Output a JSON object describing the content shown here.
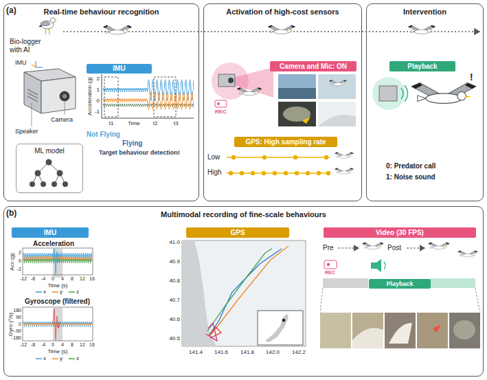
{
  "diagram": {
    "nodes": [
      {
        "text": [
          "Real-time behaviour recognition"
        ]
      },
      {
        "text": [
          "ML model"
        ],
        "in": 0
      },
      {
        "text": [
          "IMU"
        ],
        "in": 0
      },
      {
        "text": [
          "Activation of high-cost sensors"
        ]
      },
      {
        "text": [
          "Camera and Mic: ON"
        ],
        "in": 3
      },
      {
        "text": [
          "GPS: High sampling rate"
        ],
        "in": 3
      },
      {
        "text": [
          "Intervention"
        ]
      },
      {
        "text": [
          "Playback"
        ],
        "in": 6
      },
      {
        "text": [
          "Multimodal recording of fine-scale behaviours"
        ]
      },
      {
        "text": [
          "IMU"
        ],
        "in": 8
      },
      {
        "text": [
          "GPS"
        ],
        "in": 8
      },
      {
        "text": [
          "Video (30 FPS)"
        ],
        "in": 8
      },
      {
        "text": [
          "Playback"
        ],
        "in": 8
      }
    ],
    "labels": [
      "(a)",
      "Bio-logger with AI",
      "IMU",
      "Camera",
      "Speaker",
      "Acceleration (g)",
      "2",
      "1",
      "0",
      "-1",
      "Time",
      "t1",
      "t2",
      "t3",
      "Not Flying",
      "Flying",
      "Target behaviour detection!",
      "REC",
      "Low",
      "High",
      "0: Predator call",
      "1: Noise sound",
      "(b)",
      "Acceleration",
      "Acc (g)",
      "2",
      "0",
      "-2",
      "-12",
      "-8",
      "-4",
      "0",
      "4",
      "8",
      "12",
      "16",
      "Time (s)",
      "Gyroscope (filtered)",
      "Gyro (°/s)",
      "180",
      "90",
      "0",
      "-90",
      "-180",
      "-12",
      "-8",
      "-4",
      "0",
      "4",
      "8",
      "12",
      "16",
      "Time (s)",
      "41.0",
      "40.9",
      "40.8",
      "40.7",
      "40.6",
      "40.5",
      "141.4",
      "141.6",
      "141.8",
      "142.0",
      "142.2",
      "Pre",
      "Post",
      "REC",
      "!"
    ],
    "legend": [
      {
        "text": "x"
      },
      {
        "text": "y"
      },
      {
        "text": "z"
      },
      {
        "text": "x"
      },
      {
        "text": "y"
      },
      {
        "text": "z"
      }
    ]
  }
}
